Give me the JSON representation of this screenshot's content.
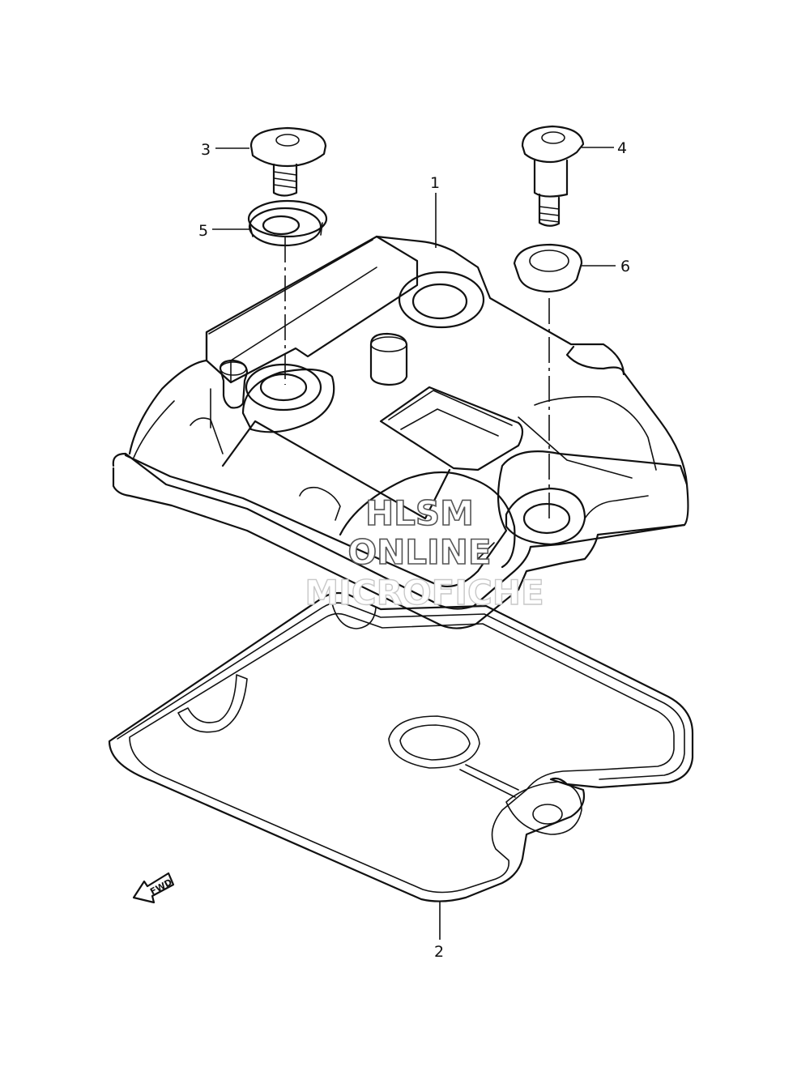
{
  "callouts": [
    {
      "id": "1",
      "label": "1"
    },
    {
      "id": "2",
      "label": "2"
    },
    {
      "id": "3",
      "label": "3"
    },
    {
      "id": "4",
      "label": "4"
    },
    {
      "id": "5",
      "label": "5"
    },
    {
      "id": "6",
      "label": "6"
    }
  ],
  "watermark": {
    "line1": "HLSM",
    "line2": "ONLINE",
    "line3": "MICROFICHE"
  },
  "direction_marker": {
    "label": "FWD"
  }
}
